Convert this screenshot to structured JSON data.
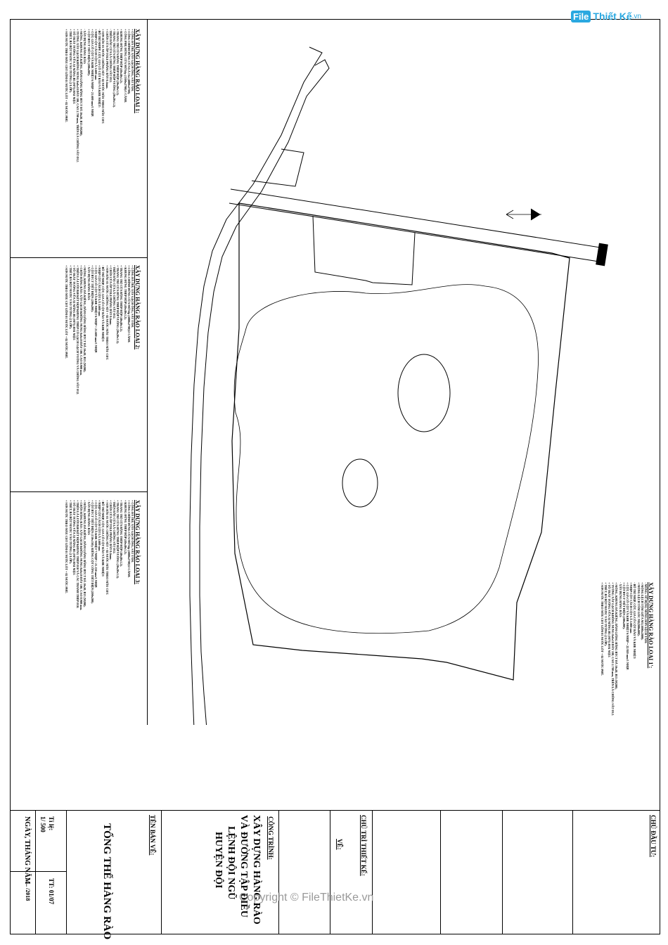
{
  "logo": {
    "brand_box": "File",
    "brand_text": "Thiết Kế",
    "brand_suffix": ".vn"
  },
  "notes": [
    {
      "title": "XÂY DỰNG HÀNG RÀO LOẠI 1:",
      "lines": [
        "+ CÔNG ĐÀ TRỤ XÂY GẠCH ỐNG, SẮT TẤM.",
        "+ CÔNG CHÍNH ĐỨNG CỬA LÁ 3 lá (4000x2700).",
        "+ CÔNG PHỤ ĐỨNG CỬA MỞ lớp (1500x2700)/1 CÁNH.",
        "+ KHUNG ĐỨNG THÉP HỘP (40x40x1.2).",
        "+ TRANG TRÍ CỬA BẰNG THÉP HỘP (20x20x1.2).",
        "+ TRANG TRÍ CỬA ĐỨNG THÉP HỘP VUÔNG (20x20x1.2).",
        "- TRÊN ĐẦU CỬA LÀ CHÔNG SẮT Ø12.",
        "+ CHÂN CỬA ỐP TOLE PHẲNG DÀY 0.4mm.",
        "+ SƠN ĐẦU 01 NƯỚC CHỐNG SÉT + 02 NƯỚC MÀU THEO MẪU CĐT.",
        "- BỐ TRÍ NHIPP, CỘT, GIA CỐ CỘT RÀO VÀ KHE NHIỆT:",
        "+ NHỊP CỘT CÁCH CỘT LÀ 3.600 mm",
        "+ CỘT, GIA CỐ CỘT VÀ KHE NHIỆT 6 NHỊP = 21.600 mm/1 NHỊP.",
        "+ CỘT BTCT TIẾT DIỆN (200x200).",
        "- XÂY DỰNG HÀNG RÀO:",
        "+ MÓNG, KHUNG ĐÁ KIÊNG, DẦM GIẰNG BẰNG BTCT ĐÁ 10x20, B15 (M200).",
        "+ TƯỜNG XÂY GẠCH KHÔNG NUNG 8x8x18 DÀY 100, CAO 2.700 mm, TRÊN LÀ CHÔNG SẮT Ø12.",
        "+ TÔ TRÁT TƯỜNG VỮA XI MĂNG B5 (M75) HAI MẶT.",
        "+ TRÉT, BẢ BỘT MATIC VÀO TƯỜNG (2 LỚP).",
        "+ SƠN NƯỚC THEO MÀU CĐT GỒM 01 NƯỚC LÓT + 02 NƯỚC PHỦ."
      ]
    },
    {
      "title": "XÂY DỰNG HÀNG RÀO LOẠI 2:",
      "lines": [
        "+ CÔNG ĐÀ TRỤ XÂY GẠCH ỐNG, SẮT TẤM.",
        "+ CÔNG CHÍNH ĐỨNG CỬA MỞ lớp (4000x2700)/2 CÁNH.",
        "+ KHUNG ĐỨNG THÉP HỘP (40x40x1.2).",
        "+ TRANG TRÍ CỬA BẰNG THÉP HỘP (40x40x1.2).",
        "+ TRANG TRÍ CỬA ĐỨNG THÉP HỘP VUÔNG (20x20x1.2).",
        "- TRÊN ĐẦU CỬA LÀ CHÔNG SẮT Ø12.",
        "+ CHÂN CỬA ỐP TOLE PHẲNG DÀY 0.4mm.",
        "+ SƠN ĐẦU 01 NƯỚC CHỐNG SÉT + 02 NƯỚC MÀU THEO MẪU CĐT.",
        "- BỐ TRÍ NHỊP, CỘT, GIA CỐ CỘT RÀO VÀ KHE NHIỆT:",
        "+ NHỊP CỘT CÁCH CỘT LÀ 3.600 mm",
        "+ CỘT, GIA CỐ CỘT VÀ KHE NHIỆT 6 NHỊP = 21.600 mm/1 NHỊP.",
        "+ CỘT BTCT TIẾT DIỆN (200x200).",
        "- XÂY DỰNG HÀNG RÀO:",
        "+ MÓNG, KHUNG ĐÁ KIÊNG, DẦM GIẰNG BẰNG BTCT ĐÁ 10x20, B15 (M200).",
        "+ CHÂN HÀNG RÀO: XÂY GẠCH KHÔNG NUNG 8x8x18 DÀY 100, CAO 0.900 mm.",
        "+ TRÊN LÀ LƯỚI B40 KẾT HỢP KHUNG THÉP CÓ GẠCH GẠCH VUÔNG VÀ CHÔNG SẮT Ø12.",
        "+ TÔ TRÁT TƯỜNG VỮA XI MĂNG B5 (M75) HAI MẶT.",
        "+ TRÉT, BẢ BỘT MATIC VÀO TƯỜNG (2 LỚP).",
        "+ SƠN NƯỚC THEO MÀU CĐT GỒM 01 NƯỚC LÓT + 02 NƯỚC PHỦ."
      ]
    },
    {
      "title": "XÂY DỰNG HÀNG RÀO LOẠI 3:",
      "lines": [
        "+ CÔNG ĐÀ TRỤ XÂY GẠCH ỐNG, SẮT TẤM.",
        "+ CÔNG CHÍNH ĐỨNG CỬA MỞ lớp (4000x2700)/2 CÁNH.",
        "+ KHUNG ĐỨNG THÉP HỘP (40x40x1.2).",
        "+ TRANG TRÍ CỬA BẰNG THÉP HỘP (40x40x1.2).",
        "+ TRANG TRÍ CỬA ĐỨNG THÉP HỘP VUÔNG (20x20x1.2).",
        "- TRÊN ĐẦU CỬA LÀ CHÔNG SẮT Ø12.",
        "+ CHÂN CỬA ỐP TOLE PHẲNG DÀY 0.4mm.",
        "+ SƠN ĐẦU 01 NƯỚC CHỐNG SÉT + 02 NƯỚC MÀU THEO MẪU CĐT.",
        "- BỐ TRÍ NHỊP, CỘT, GIA CỐ CỘT RÀO VÀ KHE NHIỆT:",
        "+ NHỊP CỘT CÁCH CỘT LÀ 3.600 mm",
        "+ CỘT, GIA CỐ CỘT VÀ KHE NHIỆT 7 NHỊP = 21.150 mm/1 NHỊP.",
        "+ CỘT BTCT TIẾT DIỆN (150x150); RIÊNG CỘT CỔNG TIẾT DIỆN (200x200).",
        "- XÂY DỰNG HÀNG RÀO:",
        "+ MÓNG, KHUNG ĐÁ KIÊNG, DẦM GIẰNG BẰNG BTCT ĐÁ 10x20, B15 (M200).",
        "+ CHÂN HÀNG RÀO: XÂY GẠCH KHÔNG NUNG 8x8x18 DÀY 100, CAO 0.900 mm.",
        "+ TRÊN LÀ LƯỚI B40 KẾT HỢP KHUNG THÉP Ø10 VÀ CÁC THANH THÉP Ø10.",
        "+ TÔ TRÁT TƯỜNG VỮA XI MĂNG B5 (M75) HAI MẶT.",
        "+ TRÉT, BẢ BỘT MATIC VÀO TƯỜNG (2 LỚP).",
        "+ SƠN NƯỚC THEO MÀU CĐT GỒM 01 NƯỚC LÓT + 02 NƯỚC PHỦ."
      ]
    },
    {
      "title": "XÂY DỰNG HÀNG RÀO LOẠI 1':",
      "lines": [
        "- MÓNG: SỬ DỤNG MÓNG ĐƠN LỆCH TÂM:",
        "+ MÓNG LỆCH TÂM GIỮA M1(1000x2800).",
        "+ MÓNG LỆCH TÂM GÓC M2(800x800).",
        "- BỐ TRÍ NHỊP, CỘT, GIA CỐ CỘT RÀO VÀ KHE NHIỆT:",
        "+ NHỊP CỘT CÁCH CỘT LÀ 3.800 mm",
        "+ CỘT, GIA CỐ CỘT VÀ KHE NHIỆT 6 NHỊP = 22.920 mm/1 NHỊP.",
        "+ CỘT BTCT TIẾT DIỆN (200x200).",
        "- XÂY DỰNG HÀNG RÀO:",
        "+ MÓNG, KHUNG ĐÁ KIÊNG, DẦM GIẰNG BẰNG BTCT ĐÁ 10x20, B15 (M200).",
        "+ TƯỜNG XÂY GẠCH KHÔNG NUNG 8x8x18 DÀY 100, CAO 2.700 mm, TRÊN LÀ CHÔNG SẮT Ø12.",
        "+ TÔ TRÁT TƯỜNG VỮA XI MĂNG B5 (M75) HAI MẶT.",
        "+ TRÉT, BẢ BỘT MATIC VÀO TƯỜNG (2 LỚP).",
        "+ SƠN NƯỚC THEO MÀU CĐT GỒM 01 NƯỚC LÓT + 02 NƯỚC PHỦ."
      ]
    }
  ],
  "title_block": {
    "date_label": "NGÀY, THÁNG NĂM",
    "date_value": "...... /2018",
    "scale_label": "Tỉ lệ:",
    "scale_value": "1/ 500",
    "sheet_label": "TT: 01/07",
    "drawing_name_label": "TÊN BẢN VẼ:",
    "drawing_name": "TỔNG THỂ HÀNG RÀO",
    "project_label": "CÔNG TRÌNH:",
    "project_name_lines": [
      "XÂY DỰNG HÀNG RÀO",
      "VÀ ĐƯỜNG TẬP ĐIỀU",
      "LỆNH ĐỘI NGŨ",
      "HUYỆN ĐỘI"
    ],
    "chief_designer_label": "CHỦ TRÌ THIẾT KẾ:",
    "drafter_label": "VẼ:",
    "owner_label": "CHỦ ĐẦU TƯ:"
  },
  "watermark": "Copyright © FileThietKe.vn"
}
